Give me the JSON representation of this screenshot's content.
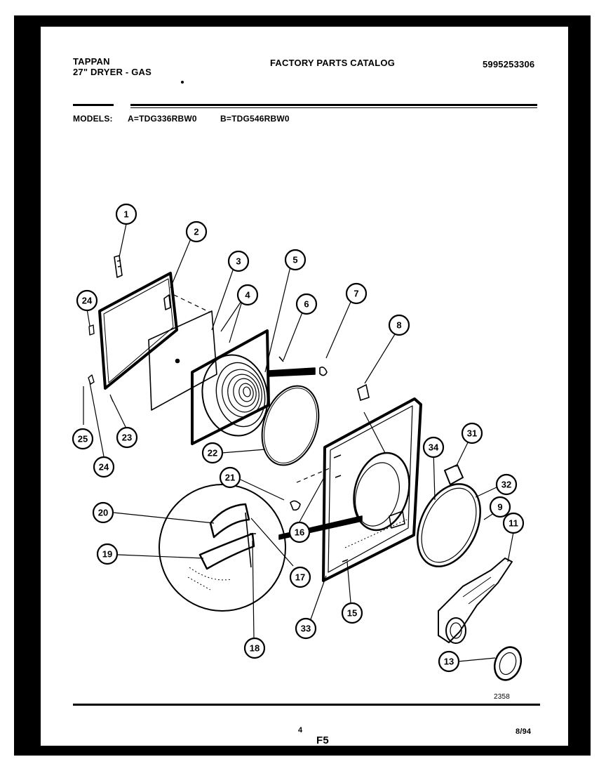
{
  "header": {
    "brand": "TAPPAN",
    "product": "27\" DRYER - GAS",
    "catalog_title": "FACTORY PARTS CATALOG",
    "catalog_number": "5995253306"
  },
  "models": {
    "label": "MODELS:",
    "model_a": "A=TDG336RBW0",
    "model_b": "B=TDG546RBW0"
  },
  "callouts": [
    "1",
    "2",
    "3",
    "4",
    "5",
    "6",
    "7",
    "8",
    "24",
    "25",
    "23",
    "24",
    "22",
    "21",
    "20",
    "19",
    "16",
    "17",
    "18",
    "15",
    "33",
    "34",
    "31",
    "32",
    "9",
    "11",
    "13"
  ],
  "footer": {
    "drawing_number": "2358",
    "page_number": "4",
    "section": "F5",
    "date": "8/94"
  }
}
